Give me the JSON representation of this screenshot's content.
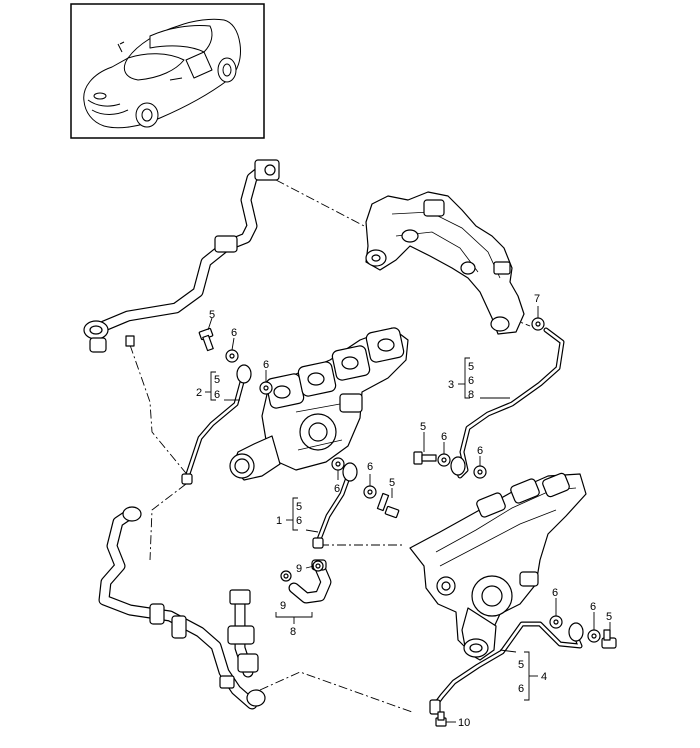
{
  "callouts": {
    "g1": {
      "n": "1",
      "a": "5",
      "b": "6"
    },
    "g2": {
      "n": "2",
      "a": "5",
      "b": "6"
    },
    "g3": {
      "n": "3",
      "a": "5",
      "b": "6",
      "c": "8"
    },
    "g4": {
      "n": "4",
      "a": "5",
      "b": "6"
    },
    "g8": {
      "n": "8",
      "a": "9"
    },
    "l5a": "5",
    "l6a": "6",
    "l6b": "6",
    "l7": "7",
    "l5b": "5",
    "l6c": "6",
    "l6d": "6",
    "l6e": "6",
    "l6f": "6",
    "l5c": "5",
    "l9": "9",
    "l6g": "6",
    "l6h": "6",
    "l5d": "5",
    "l10": "10"
  }
}
